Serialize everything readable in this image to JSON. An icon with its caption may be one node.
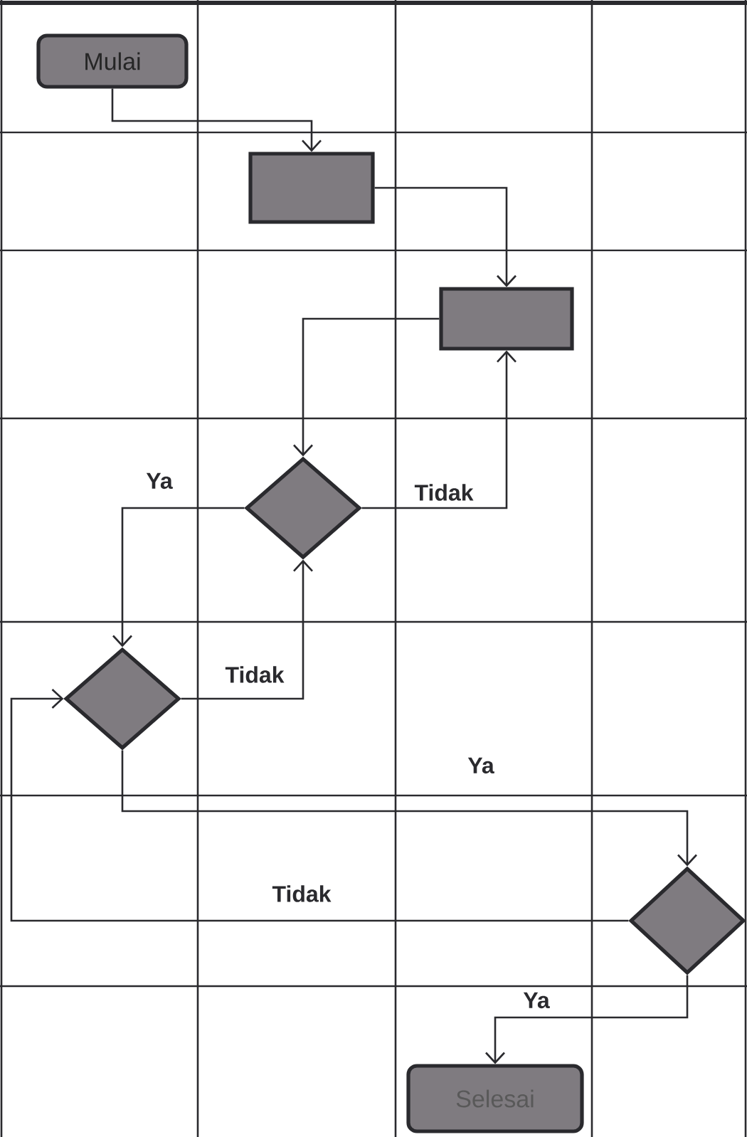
{
  "diagram": {
    "nodes": [
      {
        "text": [
          "Mulai"
        ]
      },
      {
        "text": [],
        "shape": "box"
      },
      {
        "text": [],
        "shape": "box"
      },
      {
        "text": [],
        "shape": "diamond"
      },
      {
        "text": [],
        "shape": "diamond"
      },
      {
        "text": [],
        "shape": "diamond"
      },
      {
        "text": [
          "Selesai"
        ]
      }
    ],
    "edges": [
      {
        "from": 0,
        "to": 1,
        "arrow": "to"
      },
      {
        "from": 1,
        "to": 2,
        "arrow": "to"
      },
      {
        "from": 2,
        "to": 3,
        "arrow": "to"
      },
      {
        "from": 3,
        "to": 2,
        "arrow": "to",
        "label": "Tidak"
      },
      {
        "from": 3,
        "to": 4,
        "arrow": "to",
        "label": "Ya"
      },
      {
        "from": 4,
        "to": 3,
        "arrow": "to",
        "label": "Tidak"
      },
      {
        "from": 4,
        "to": 5,
        "arrow": "to",
        "label": "Ya"
      },
      {
        "from": 5,
        "to": 4,
        "arrow": "to",
        "label": "Tidak"
      },
      {
        "from": 5,
        "to": 6,
        "arrow": "to",
        "label": "Ya"
      }
    ]
  }
}
